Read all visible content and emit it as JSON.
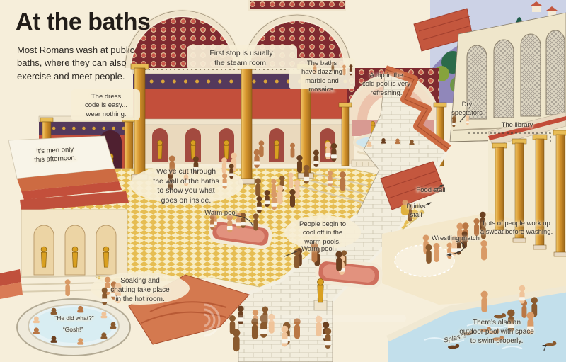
{
  "page": {
    "title": "At the baths",
    "intro": "Most Romans wash at public\nbaths, where they can also\nexercise and meet people.",
    "page_number": "7"
  },
  "labels": {
    "steam_room": {
      "text": "First stop is usually\nthe steam room."
    },
    "dazzling": {
      "text": "The baths\nhave dazzling\nmarble and\nmosaics."
    },
    "cold_pool": {
      "text": "A dip in the\ncold pool is very\nrefreshing."
    },
    "dress_code": {
      "text": "The dress\ncode is easy...\nwear nothing."
    },
    "men_only": {
      "text": "It's men only\nthis afternoon."
    },
    "cut_through": {
      "text": "We've cut through\nthe wall of the baths\nto show you what\ngoes on inside."
    },
    "warm_pool_upper": {
      "text": "Warm pool"
    },
    "people_cool": {
      "text": "People begin to\ncool off in the\nwarm pools."
    },
    "warm_pool_lower": {
      "text": "Warm pool"
    },
    "soaking": {
      "text": "Soaking and\nchatting take place\nin the hot room."
    },
    "dry_spectators": {
      "text": "Dry\nspectators"
    },
    "library": {
      "text": "The library"
    },
    "food_stall": {
      "text": "Food stall"
    },
    "drinks_stall": {
      "text": "Drinks\nstall"
    },
    "wrestling_match": {
      "text": "Wrestling match"
    },
    "sweat": {
      "text": "Lots of people work up\na sweat before washing."
    },
    "outdoor_pool": {
      "text": "There's also an\noutdoor pool with space\nto swim properly."
    }
  },
  "speech": {
    "he_did_what": "“He did what?”",
    "gosh": "“Gosh!”",
    "splash": "Splash!"
  },
  "colors": {
    "paper": "#f6eeda",
    "cut_surface": "#cd6b42",
    "wall_red": "#c34f3b",
    "frieze_purple": "#54395c",
    "column_gold": "#d6952d",
    "mosaic_red": "#8c2f33",
    "floor_gold": "#e6bd52",
    "pool_blue": "#c2dfeb",
    "warm_pool": "#cf6f5d",
    "hill_purple": "#9087ba",
    "tree_green": "#2c6b4a",
    "roof_terracotta": "#c4573e",
    "text_dark": "#3a352f"
  }
}
